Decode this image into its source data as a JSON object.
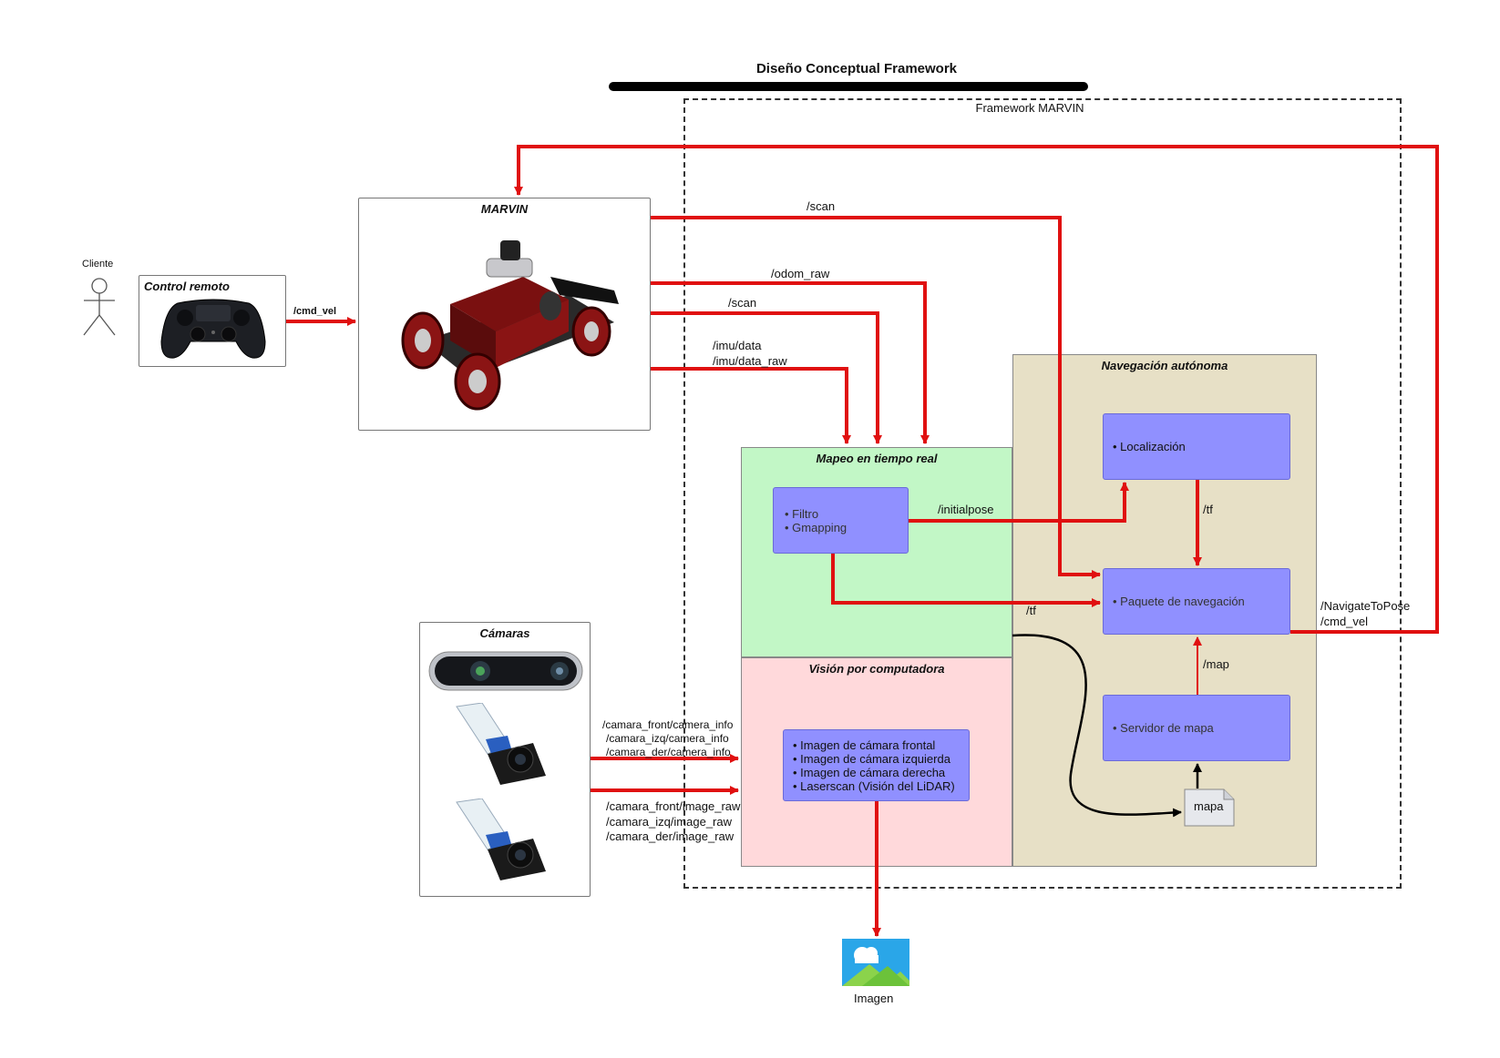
{
  "title": "Diseño Conceptual Framework",
  "framework_label": "Framework MARVIN",
  "actor_label": "Cliente",
  "remote_box": {
    "title": "Control remoto"
  },
  "marvin_box": {
    "title": "MARVIN"
  },
  "cameras_box": {
    "title": "Cámaras"
  },
  "mapping_box": {
    "title": "Mapeo en tiempo real",
    "items": [
      "Filtro",
      "Gmapping"
    ]
  },
  "vision_box": {
    "title": "Visión por computadora",
    "items": [
      "Imagen de cámara frontal",
      "Imagen de cámara izquierda",
      "Imagen de cámara derecha",
      "Laserscan (Visión del LiDAR)"
    ]
  },
  "nav_box": {
    "title": "Navegación autónoma",
    "localization": "Localización",
    "nav_package": "Paquete de navegación",
    "map_server": "Servidor de mapa",
    "map_doc": "mapa"
  },
  "image_output": {
    "label": "Imagen"
  },
  "topics": {
    "cmd_vel": "/cmd_vel",
    "scan_top": "/scan",
    "odom_raw": "/odom_raw",
    "scan": "/scan",
    "imu_data": "/imu/data",
    "imu_data_raw": "/imu/data_raw",
    "initialpose": "/initialpose",
    "tf_nav": "/tf",
    "tf_map": "/tf",
    "map": "/map",
    "navigate_to_pose": "/NavigateToPose",
    "cmd_vel_out": "/cmd_vel",
    "camera_info": [
      "/camara_front/camera_info",
      "/camara_izq/camera_info",
      "/camara_der/camera_info"
    ],
    "image_raw": [
      "/camara_front/image_raw",
      "/camara_izq/image_raw",
      "/camara_der/image_raw"
    ]
  },
  "colors": {
    "arrow": "#e01010",
    "purple": "#9090ff",
    "green": "#c2f7c6",
    "pink": "#ffd9db",
    "tan": "#e7e0c6"
  }
}
